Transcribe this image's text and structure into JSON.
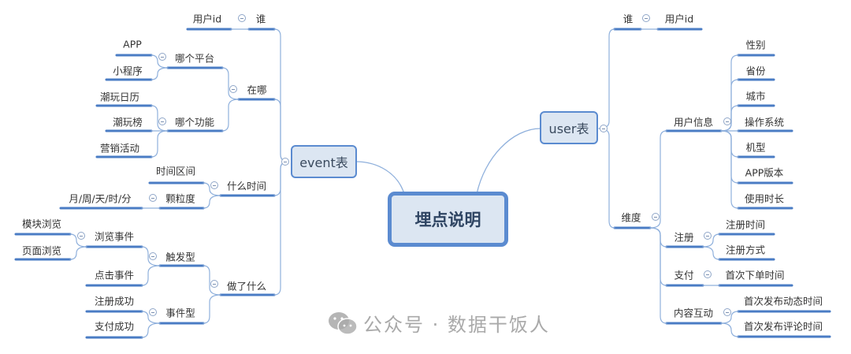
{
  "central": "埋点说明",
  "event": {
    "title": "event表",
    "who": {
      "label": "谁",
      "child": "用户id"
    },
    "where": {
      "label": "在哪",
      "platform": {
        "label": "哪个平台",
        "items": [
          "APP",
          "小程序"
        ]
      },
      "feature": {
        "label": "哪个功能",
        "items": [
          "潮玩日历",
          "潮玩榜",
          "营销活动"
        ]
      }
    },
    "when": {
      "label": "什么时间",
      "range": "时间区间",
      "granularity": {
        "label": "颗粒度",
        "child": "月/周/天/时/分"
      }
    },
    "what": {
      "label": "做了什么",
      "trigger": {
        "label": "触发型",
        "browse": {
          "label": "浏览事件",
          "items": [
            "模块浏览",
            "页面浏览"
          ]
        },
        "click": "点击事件"
      },
      "event_type": {
        "label": "事件型",
        "items": [
          "注册成功",
          "支付成功"
        ]
      }
    }
  },
  "user": {
    "title": "user表",
    "who": {
      "label": "谁",
      "child": "用户id"
    },
    "dimension": {
      "label": "维度",
      "info": {
        "label": "用户信息",
        "items": [
          "性别",
          "省份",
          "城市",
          "操作系统",
          "机型",
          "APP版本",
          "使用时长"
        ]
      },
      "register": {
        "label": "注册",
        "items": [
          "注册时间",
          "注册方式"
        ]
      },
      "pay": {
        "label": "支付",
        "child": "首次下单时间"
      },
      "content": {
        "label": "内容互动",
        "items": [
          "首次发布动态时间",
          "首次发布评论时间"
        ]
      }
    }
  },
  "watermark": "公众号 · 数据干饭人",
  "colors": {
    "line": "#4a7cc4",
    "connector": "#8fb0dc",
    "box_fill": "#dce6f2",
    "box_border": "#5b8bd0"
  }
}
